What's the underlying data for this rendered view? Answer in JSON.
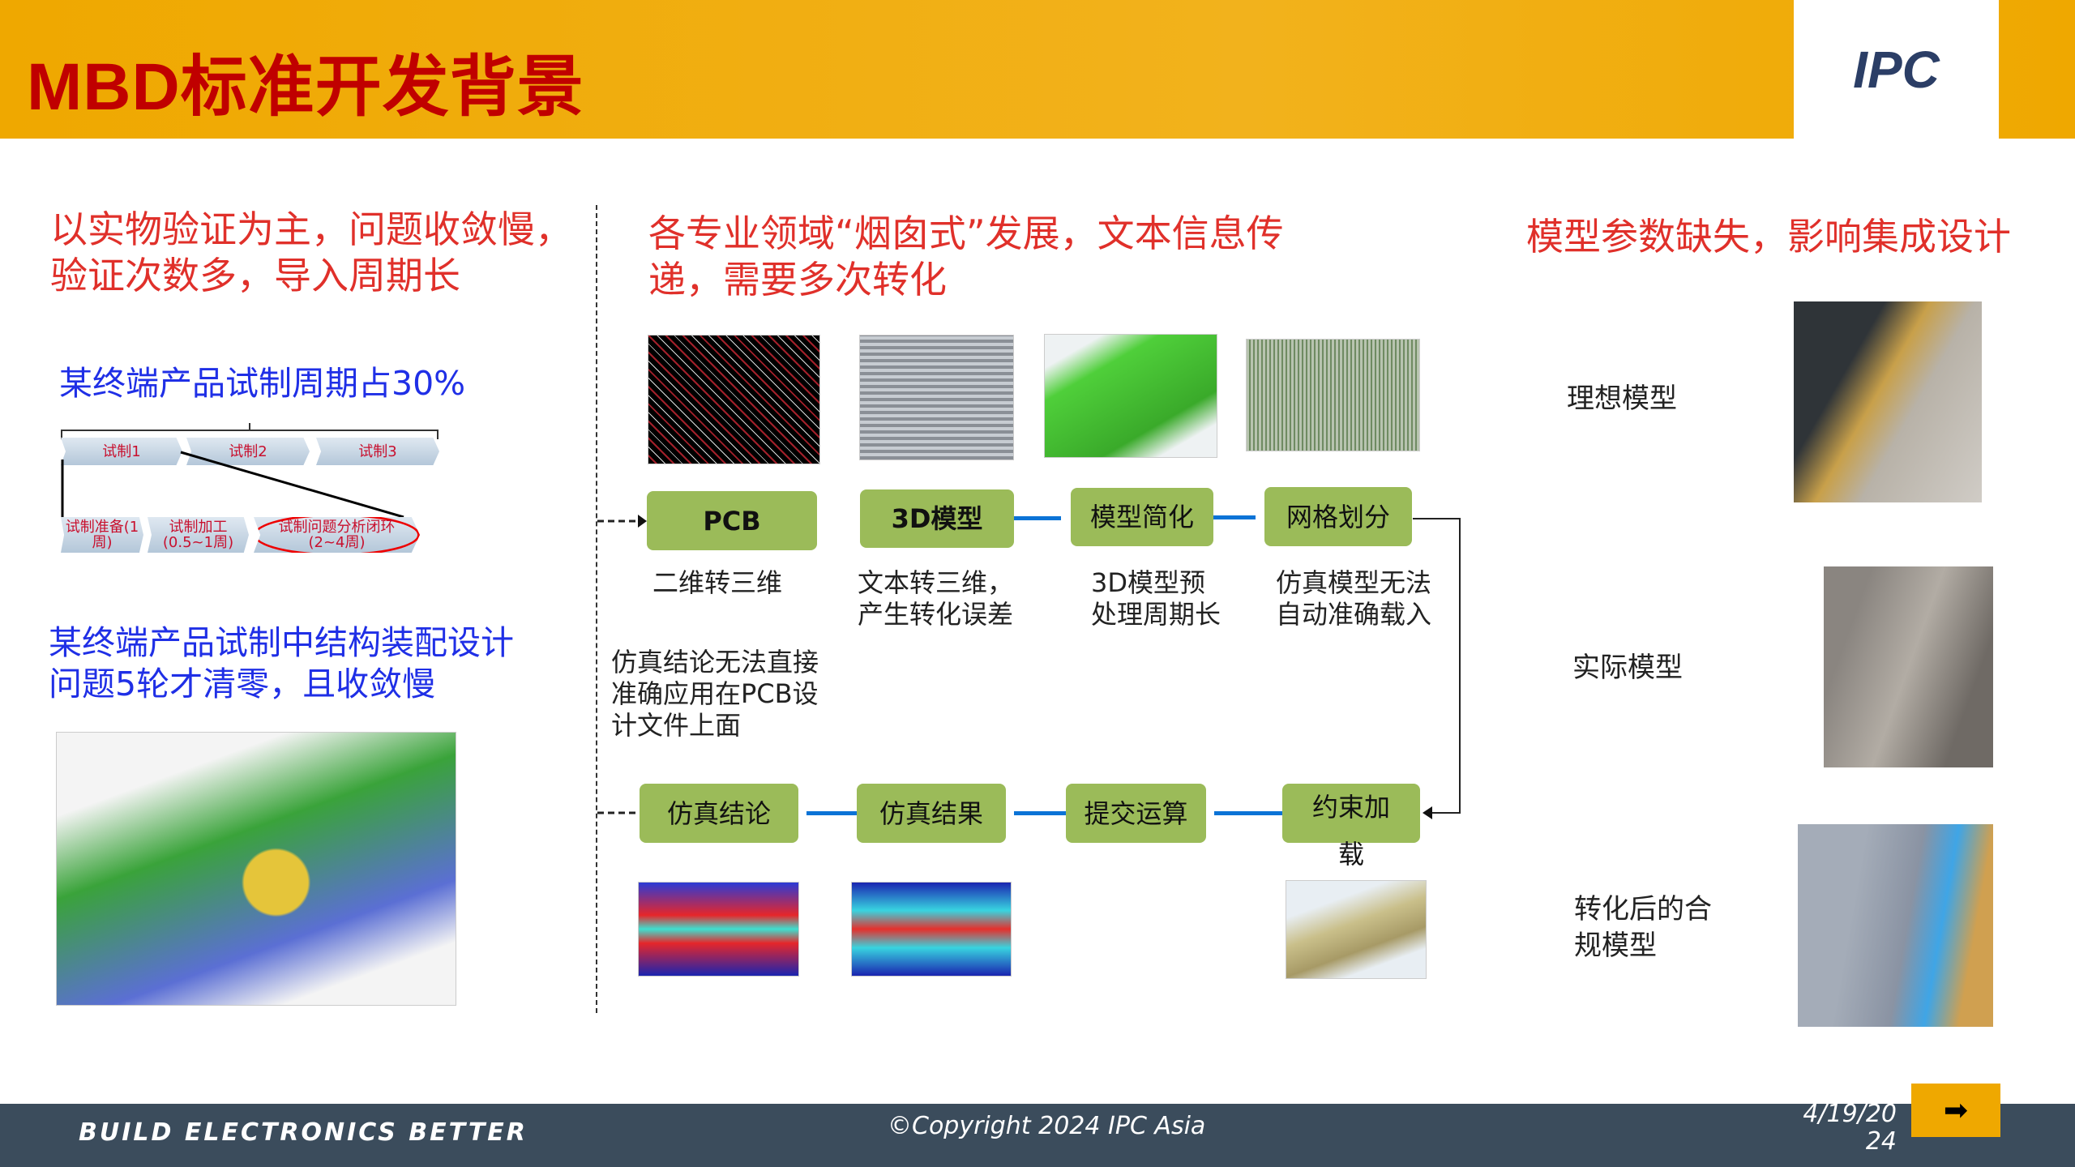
{
  "header": {
    "title": "MBD标准开发背景",
    "logo": "IPC"
  },
  "left": {
    "heading": [
      "以实物验证为主，问题收敛慢，",
      "验证次数多，导入周期长"
    ],
    "stat1": "某终端产品试制周期占30%",
    "timeline": {
      "top": [
        "试制1",
        "试制2",
        "试制3"
      ],
      "bottom": [
        "试制准备(1周)",
        "试制加工(0.5~1周)",
        "试制问题分析闭环(2~4周)"
      ]
    },
    "stat2": [
      "某终端产品试制中结构装配设计",
      "问题5轮才清零，且收敛慢"
    ]
  },
  "middle": {
    "heading": [
      "各专业领域“烟囱式”发展，文本信息传",
      "递，需要多次转化"
    ],
    "row1": [
      "PCB",
      "3D模型",
      "模型简化",
      "网格划分"
    ],
    "notes": [
      "二维转三维",
      [
        "文本转三维，",
        "产生转化误差"
      ],
      [
        "3D模型预",
        "处理周期长"
      ],
      [
        "仿真模型无法",
        "自动准确载入"
      ]
    ],
    "feedback_note": [
      "仿真结论无法直接",
      "准确应用在PCB设",
      "计文件上面"
    ],
    "row2": [
      "仿真结论",
      "仿真结果",
      "提交运算",
      [
        "约束加",
        "载"
      ]
    ]
  },
  "right": {
    "heading": "模型参数缺失，影响集成设计",
    "labels": [
      "理想模型",
      "实际模型",
      [
        "转化后的合",
        "规模型"
      ]
    ]
  },
  "footer": {
    "slogan": "BUILD ELECTRONICS BETTER",
    "copyright": "©Copyright 2024 IPC Asia",
    "date": [
      "4/19/20",
      "24"
    ],
    "next_icon": "arrow-right-icon"
  },
  "colors": {
    "header": "#EFA800",
    "title": "#C00000",
    "box": "#9BBB59",
    "arrow": "#0B73D6",
    "footer": "#3B4C5C"
  }
}
